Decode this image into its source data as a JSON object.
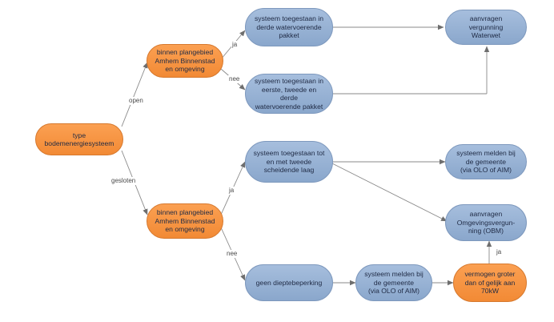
{
  "nodes": {
    "root": "type\nbodemenergiesysteem",
    "open_area": "binnen plangebied\nAmhem Binnenstad\nen omgeving",
    "closed_area": "binnen plangebied\nAmhem Binnenstad\nen omgeving",
    "allowed_third": "systeem toegestaan in\nderde watervoerende\npakket",
    "allowed_first_second_third": "systeem toegestaan in\neerste, tweede en derde\nwatervoerende pakket",
    "permit_waterwet": "aanvragen vergunning\nWaterwet",
    "allowed_second_layer": "systeem toegestaan tot\nen met tweede\nscheidende laag",
    "report_municipality_1": "systeem melden bij\nde gemeente\n(via OLO of AIM)",
    "permit_obm": "aanvragen\nOmgevingsvergun-\nning (OBM)",
    "no_depth_limit": "geen dieptebeperking",
    "report_municipality_2": "systeem melden bij\nde gemeente\n(via OLO of AIM)",
    "capacity_70kw": "vermogen groter\ndan of gelijk aan\n70kW"
  },
  "edge_labels": {
    "open": "open",
    "closed": "gesloten",
    "yes_open": "ja",
    "no_open": "nee",
    "yes_closed": "ja",
    "no_closed": "nee",
    "yes_70kw": "ja"
  },
  "colors": {
    "decision": "#f7913f",
    "action": "#97b2d6",
    "connector": "#8a8a8a"
  }
}
